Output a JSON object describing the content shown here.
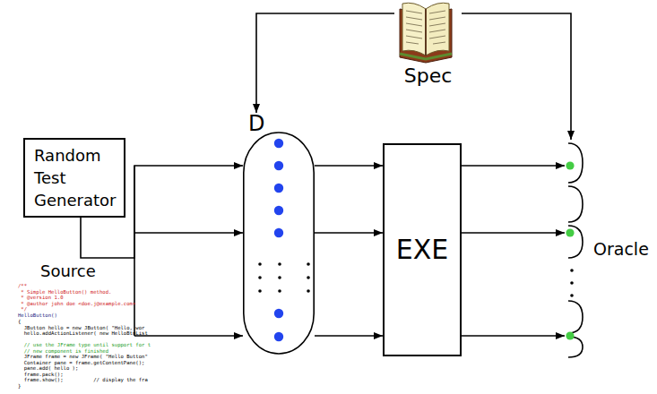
{
  "diagram": {
    "nodes": [
      {
        "text": [
          "Spec"
        ]
      },
      {
        "text": [
          "Random Test Generator"
        ]
      },
      {
        "text": [
          "D"
        ]
      },
      {
        "text": [
          "EXE"
        ]
      },
      {
        "text": [
          "Oracle"
        ]
      }
    ],
    "edges": [
      {
        "from": 0,
        "to": 2,
        "arrow": "to"
      },
      {
        "from": 0,
        "to": 4,
        "arrow": "to"
      },
      {
        "from": 1,
        "to": 2,
        "arrow": "to"
      },
      {
        "from": 2,
        "to": 3,
        "arrow": "to"
      },
      {
        "from": 2,
        "to": 3,
        "arrow": "to"
      },
      {
        "from": 2,
        "to": 3,
        "arrow": "to"
      },
      {
        "from": 3,
        "to": 4,
        "arrow": "to"
      },
      {
        "from": 3,
        "to": 4,
        "arrow": "to"
      },
      {
        "from": 3,
        "to": 4,
        "arrow": "to"
      }
    ],
    "labels": [
      "Source",
      "/**",
      " * Simple HelloButton() method.",
      " * @version 1.0",
      " * @author john doe <doe.j@example.com>",
      " */",
      "HelloButton()",
      "{",
      "  JButton hello = new JButton( \"Hello, wor",
      "  hello.addActionListener( new HelloBtnList",
      "  // use the JFrame type until support for t",
      "  // new component is finished",
      "  JFrame frame = new JFrame( \"Hello Button\"",
      "  Container pane = frame.getContentPane();",
      "  pane.add( hello );",
      "  frame.pack();",
      "  frame.show();          // display the fra",
      "}"
    ]
  }
}
